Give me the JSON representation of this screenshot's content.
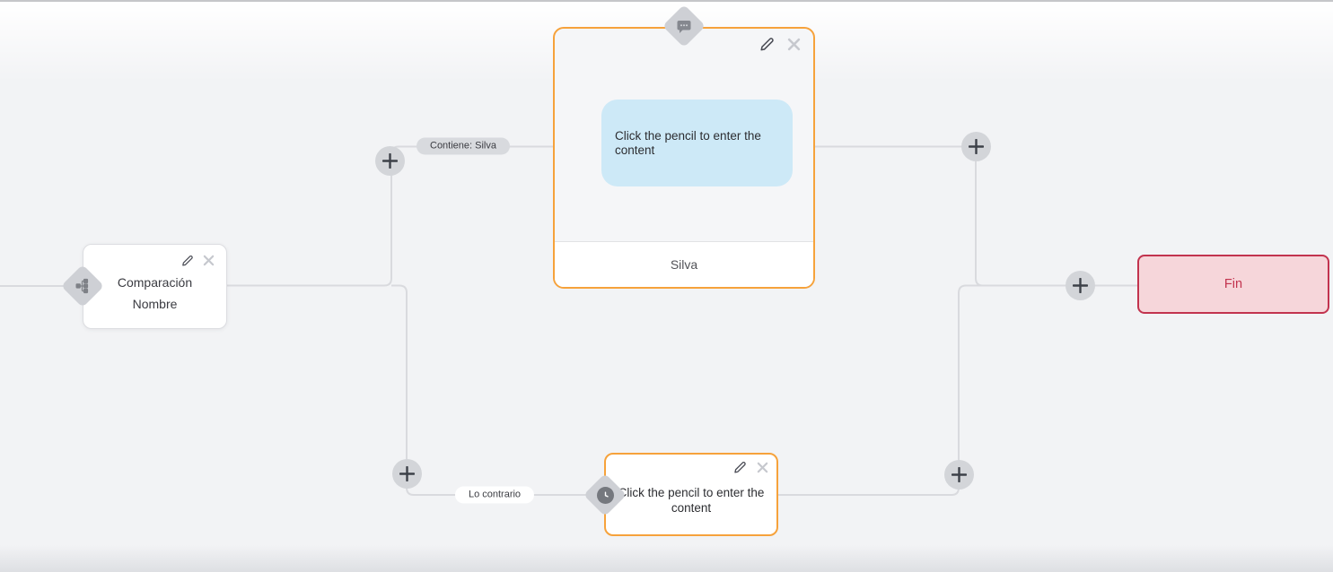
{
  "app": {
    "view": "flow-editor-canvas"
  },
  "colors": {
    "background": "#f2f3f5",
    "edge": "#d9dade",
    "node_border_orange": "#f6a23b",
    "node_border_gray": "#dcdde1",
    "end_node_border": "#c2334e",
    "end_node_bg": "#f6d6da",
    "end_node_text": "#c2334e",
    "message_bubble_bg": "#cde9f7",
    "pill_gray_bg": "#d8dade",
    "pill_white_bg": "#ffffff",
    "plus_circle_bg": "#d3d5d9",
    "diamond_bg": "#ced0d5",
    "icon_dark": "#4a4c55",
    "icon_light": "#c6c8ce"
  },
  "icons": {
    "condition_handle": "branch-icon",
    "message_handle": "chat-bubble-icon",
    "delay_handle": "clock-icon",
    "edit": "pencil-icon",
    "delete": "close-icon",
    "add": "plus-icon"
  },
  "nodes": {
    "condition": {
      "line1": "Comparación",
      "line2": "Nombre"
    },
    "message": {
      "body": "Click the pencil to enter the content",
      "footer": "Silva"
    },
    "delay": {
      "body": "Click the pencil to enter the content"
    },
    "end": {
      "label": "Fin"
    }
  },
  "edge_labels": {
    "contains": "Contiene: Silva",
    "otherwise": "Lo contrario"
  }
}
